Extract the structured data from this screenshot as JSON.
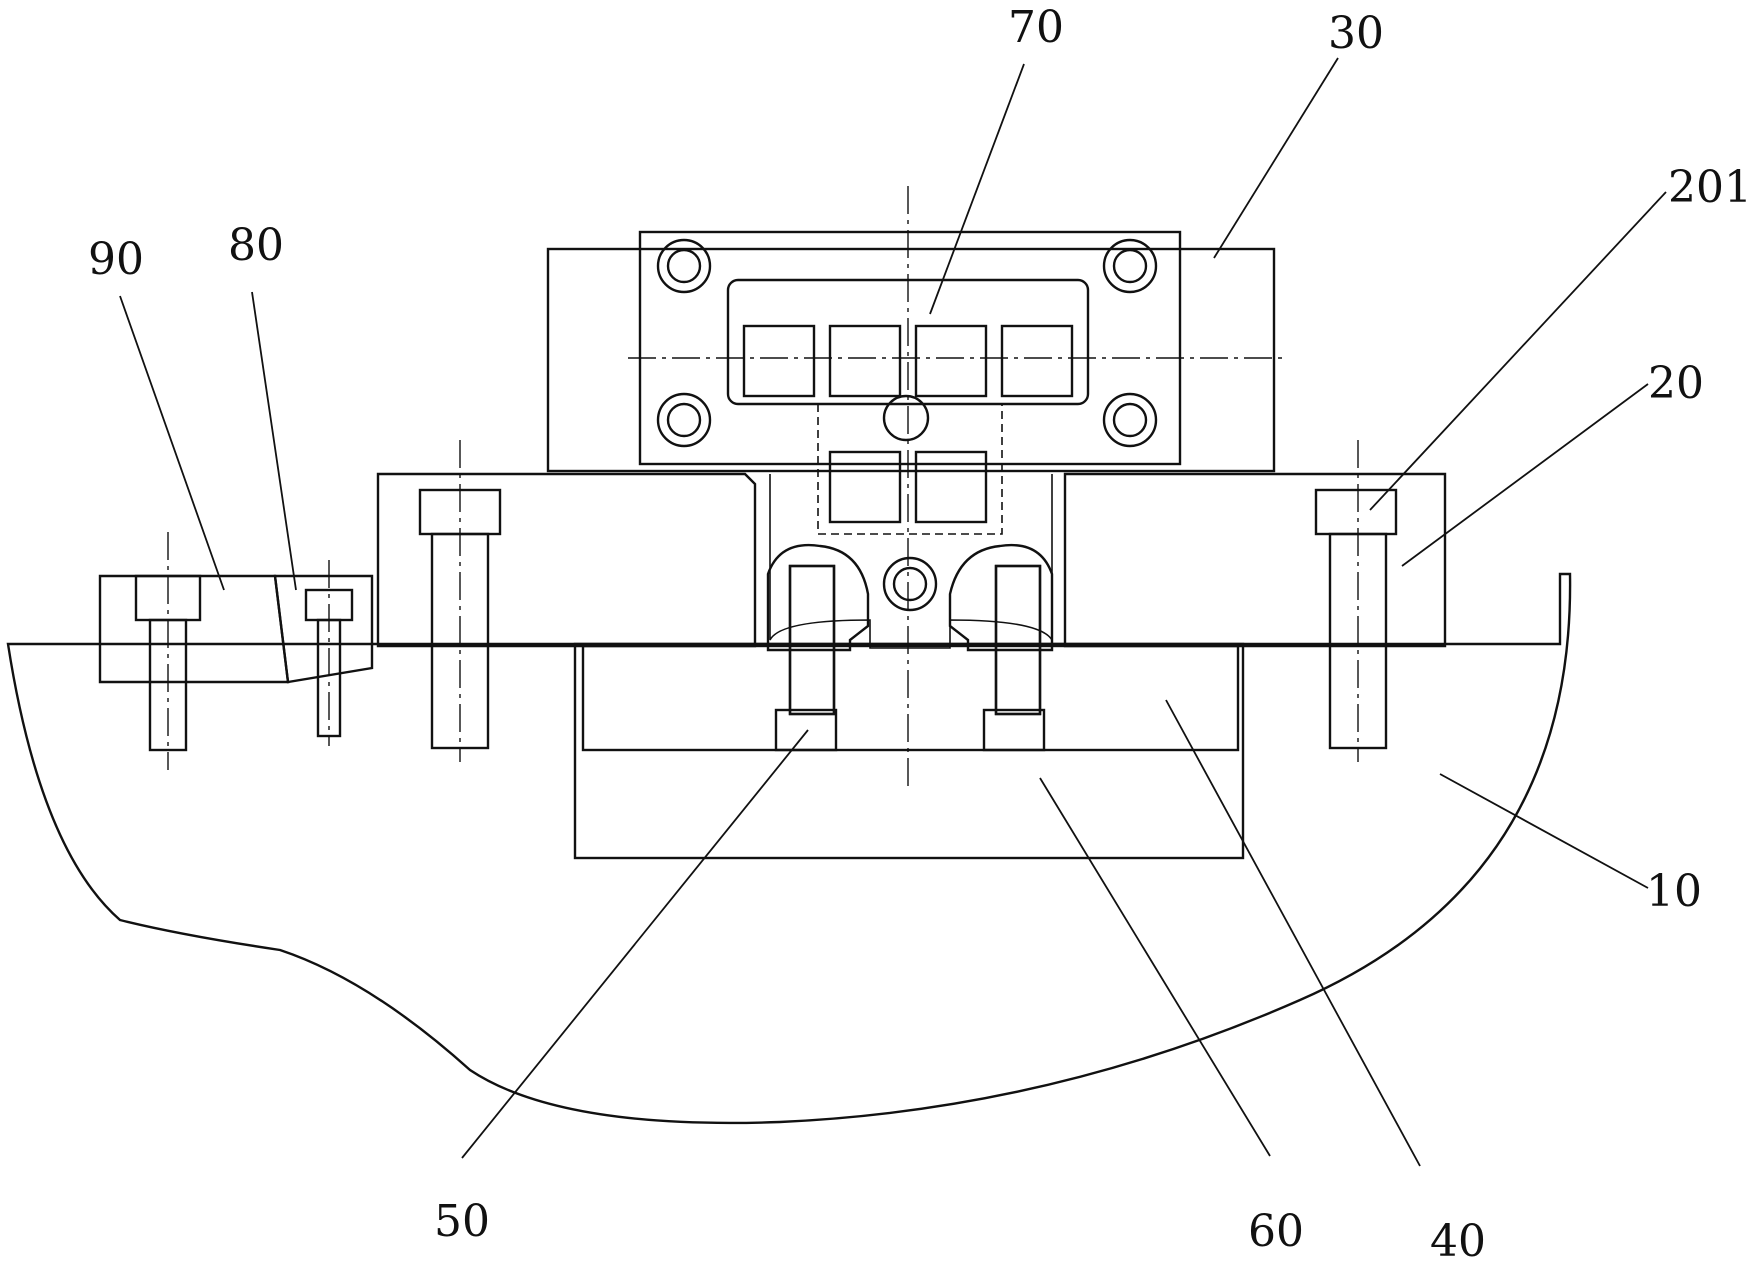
{
  "drawing": {
    "reference_numerals": [
      {
        "id": "label-70",
        "text": "70"
      },
      {
        "id": "label-30",
        "text": "30"
      },
      {
        "id": "label-201",
        "text": "201"
      },
      {
        "id": "label-20",
        "text": "20"
      },
      {
        "id": "label-90",
        "text": "90"
      },
      {
        "id": "label-80",
        "text": "80"
      },
      {
        "id": "label-10",
        "text": "10"
      },
      {
        "id": "label-50",
        "text": "50"
      },
      {
        "id": "label-60",
        "text": "60"
      },
      {
        "id": "label-40",
        "text": "40"
      }
    ]
  }
}
